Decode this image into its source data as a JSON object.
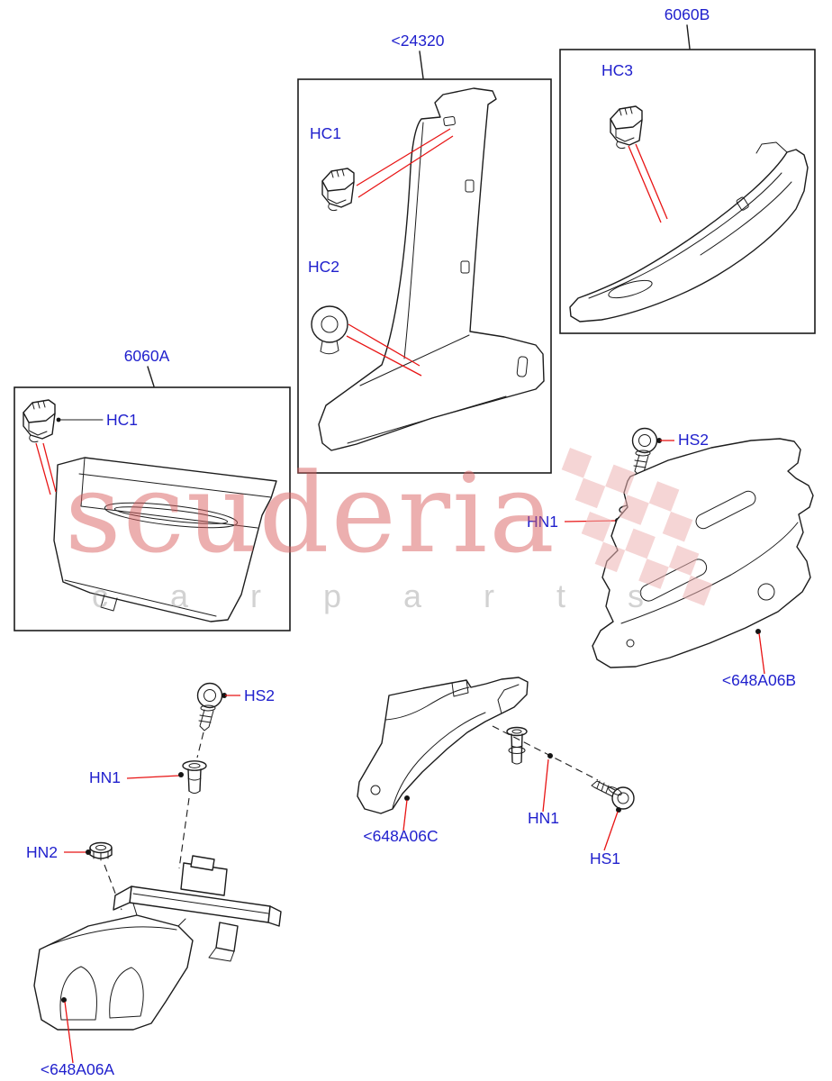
{
  "colors": {
    "label": "#2020cd",
    "leader": "#e81414",
    "line": "#1c1c1c",
    "wmBrand": "#d95f5f",
    "wmTag": "#9b9b9b",
    "flag": "#edb3b3"
  },
  "watermark": {
    "brand": "scuderia",
    "tagline": "carparts"
  },
  "callouts": {
    "box24320": "<24320",
    "box6060B": "6060B",
    "box6060A": "6060A",
    "hc1_pillar": "HC1",
    "hc2_pillar": "HC2",
    "hc3": "HC3",
    "hc1_sill": "HC1",
    "hs2_right": "HS2",
    "hn1_right": "HN1",
    "part_B": "<648A06B",
    "hs2_left": "HS2",
    "hn1_left": "HN1",
    "hn2": "HN2",
    "part_A": "<648A06A",
    "part_C": "<648A06C",
    "hn1_bottom": "HN1",
    "hs1": "HS1"
  }
}
